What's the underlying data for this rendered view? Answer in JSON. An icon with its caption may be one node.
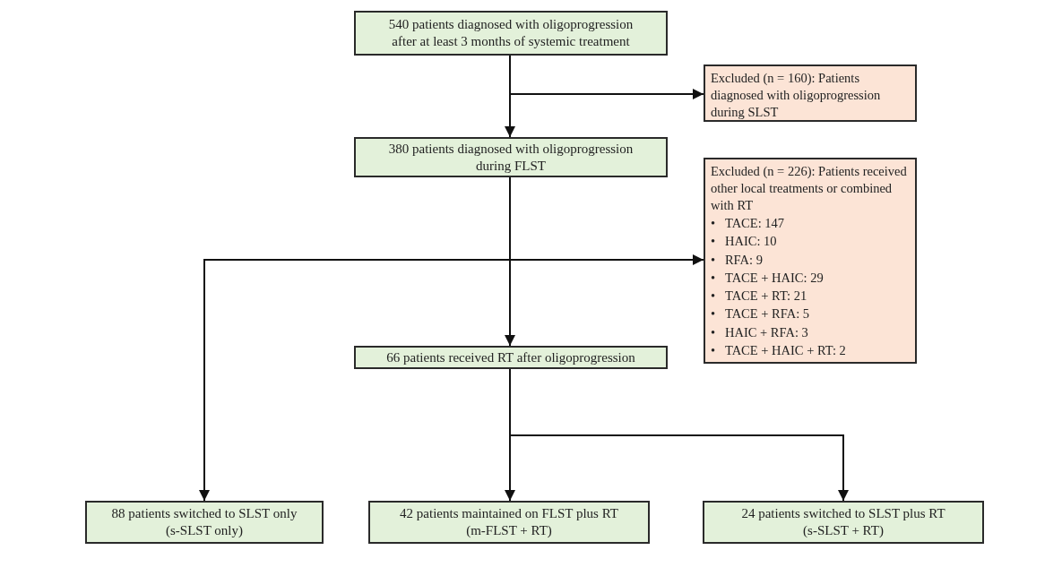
{
  "diagram": {
    "nodes": [
      {
        "text": [
          "540 patients diagnosed with oligoprogression after at least 3 months of systemic treatment"
        ]
      },
      {
        "text": [
          "Excluded (n = 160): Patients diagnosed with oligoprogression during SLST"
        ]
      },
      {
        "text": [
          "380 patients diagnosed with oligoprogression during FLST"
        ]
      },
      {
        "text": [
          "Excluded (n = 226): Patients received other local treatments or combined with RT",
          "•   TACE: 147",
          "•   HAIC: 10",
          "•   RFA: 9",
          "•   TACE + HAIC: 29",
          "•   TACE + RT: 21",
          "•   TACE + RFA: 5",
          "•   HAIC + RFA: 3",
          "•   TACE + HAIC + RT: 2"
        ]
      },
      {
        "text": [
          "66 patients received RT after oligoprogression"
        ]
      },
      {
        "text": [
          "88 patients switched to SLST only",
          "(s-SLST only)"
        ]
      },
      {
        "text": [
          "42 patients maintained on FLST plus RT",
          "(m-FLST + RT)"
        ]
      },
      {
        "text": [
          "24 patients switched to SLST plus RT",
          "(s-SLST + RT)"
        ]
      }
    ],
    "edges": [
      {
        "from": 0,
        "to": 2,
        "arrow": "to"
      },
      {
        "from": 0,
        "to": 1,
        "arrow": "to"
      },
      {
        "from": 2,
        "to": 3,
        "arrow": "to"
      },
      {
        "from": 2,
        "to": 5,
        "arrow": "to"
      },
      {
        "from": 2,
        "to": 4,
        "arrow": "to"
      },
      {
        "from": 4,
        "to": 6,
        "arrow": "to"
      },
      {
        "from": 4,
        "to": 7,
        "arrow": "to"
      }
    ]
  }
}
